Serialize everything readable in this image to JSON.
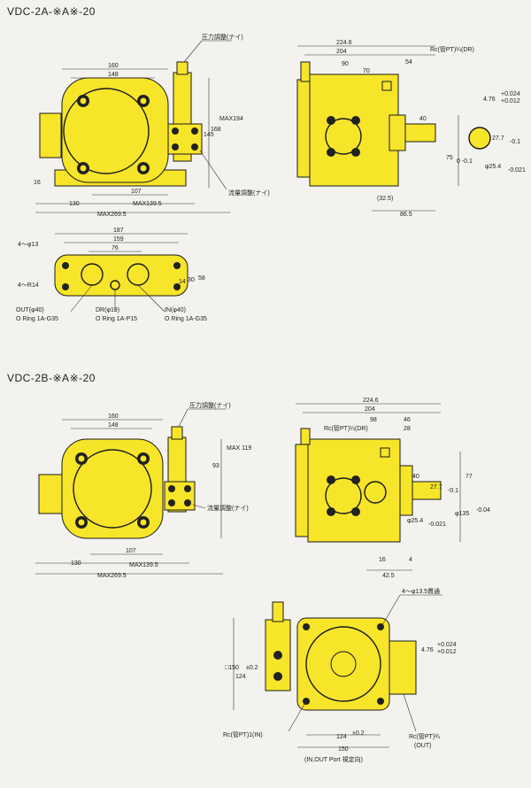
{
  "colors": {
    "body": "#f7e52a",
    "line": "#1a1a1a",
    "background": "#f4f2ee"
  },
  "section_a": {
    "title": "VDC-2A-※A※-20",
    "front": {
      "dim_160": "160",
      "dim_148": "148",
      "dim_max194": "MAX194",
      "dim_168": "168",
      "dim_145": "145",
      "dim_16": "16",
      "dim_107": "107",
      "dim_130": "130",
      "dim_max1395": "MAX139.5",
      "dim_max2695": "MAX269.5",
      "label_pressure": "圧力調整(ナイ)",
      "label_flow": "流量調整(ナイ)"
    },
    "side": {
      "dim_2246": "224.6",
      "dim_204": "204",
      "dim_90": "90",
      "dim_70": "70",
      "dim_54": "54",
      "dim_40": "40",
      "dim_75": "75",
      "dim_75_tol": "0\n-0.1",
      "dim_325": "(32.5)",
      "dim_865": "86.5",
      "rc_dr": "Rc(管PT)¼(DR)"
    },
    "shaft": {
      "dim_476": "4.76",
      "dim_476_tol_up": "+0.024",
      "dim_476_tol_dn": "+0.012",
      "dim_277": "27.7",
      "dim_277_tol": "-0.1",
      "dim_254": "φ25.4",
      "dim_254_tol": "-0.021"
    },
    "bottom": {
      "dim_187": "187",
      "dim_159": "159",
      "dim_76": "76",
      "dim_58": "58",
      "dim_30": "30",
      "dim_14": "14",
      "label_holes": "4～φ13",
      "label_r14": "4～R14",
      "out_line1": "OUT(φ40)",
      "out_line2": "O Ring 1A-G35",
      "dr_line1": "DR(φ19)",
      "dr_line2": "O Ring 1A-P15",
      "in_line1": "IN(φ40)",
      "in_line2": "O Ring 1A-G35"
    }
  },
  "section_b": {
    "title": "VDC-2B-※A※-20",
    "front": {
      "dim_160": "160",
      "dim_148": "148",
      "dim_max119": "MAX\n119",
      "dim_93": "93",
      "dim_107": "107",
      "dim_130": "130",
      "dim_max1395": "MAX139.5",
      "dim_max2695": "MAX269.5",
      "label_pressure": "圧力調整(ナイ)",
      "label_flow": "流量調整(ナイ)"
    },
    "side": {
      "dim_2246": "224.6",
      "dim_204": "204",
      "dim_98": "98",
      "dim_46": "46",
      "dim_28": "28",
      "dim_40": "40",
      "dim_77": "77",
      "dim_277": "27.7",
      "dim_277_tol": "-0.1",
      "dim_135": "φ135",
      "dim_135_tol": "-0.04",
      "dim_254": "φ25.4",
      "dim_254_tol": "-0.021",
      "dim_16": "16",
      "dim_4": "4",
      "dim_425": "42.5",
      "rc_dr": "Rc(管PT)¼(DR)"
    },
    "rear": {
      "label_holes": "4～φ13.5貫通",
      "dim_150_sq": "□150",
      "dim_02_a": "±0.2",
      "dim_124_v": "124",
      "dim_476": "4.76",
      "dim_476_tol_up": "+0.024",
      "dim_476_tol_dn": "+0.012",
      "dim_124_h": "124",
      "dim_02_b": "±0.2",
      "dim_150_h": "150",
      "rc_in": "Rc(管PT)1(IN)",
      "rc_out_1": "Rc(管PT)¾",
      "rc_out_2": "(OUT)",
      "port_note": "(IN,OUT Port 視定向)"
    }
  }
}
